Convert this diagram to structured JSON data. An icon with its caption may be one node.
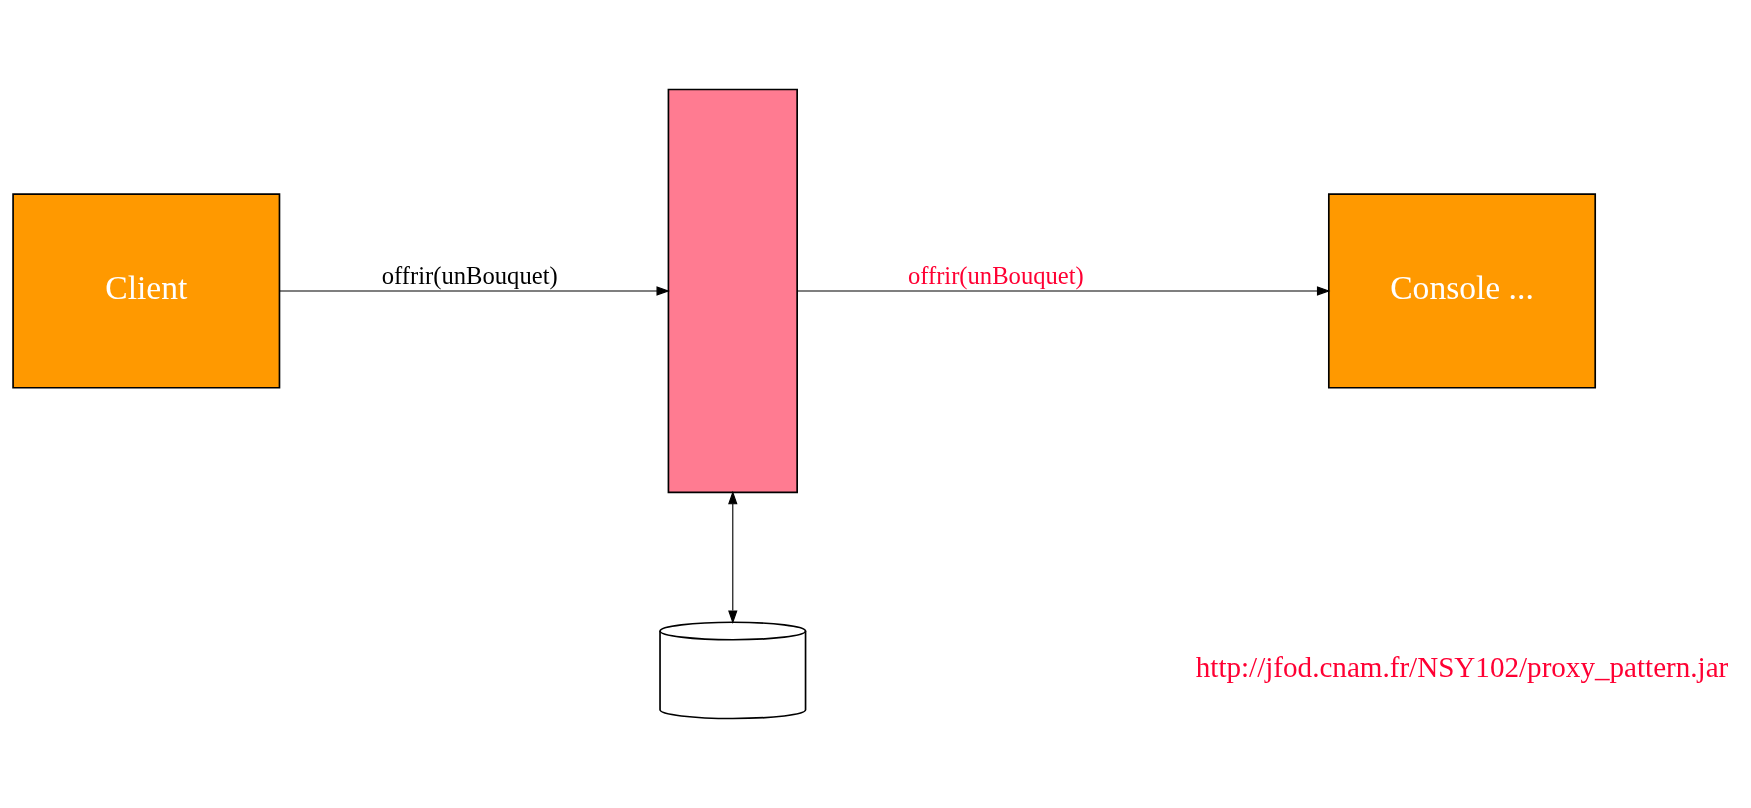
{
  "diagram": {
    "nodes": [
      {
        "text": [
          "Client"
        ]
      },
      {
        "text": [],
        "shape": "box"
      },
      {
        "text": [
          "Console ..."
        ]
      },
      {
        "text": [],
        "shape": "cylinder"
      }
    ],
    "edges": [
      {
        "from": 0,
        "to": 1,
        "arrow": "to",
        "label": "offrir(unBouquet)"
      },
      {
        "from": 1,
        "to": 2,
        "arrow": "to",
        "label": "offrir(unBouquet)"
      },
      {
        "from": 1,
        "to": 3,
        "arrow": "both"
      }
    ],
    "labels": [
      "http://jfod.cnam.fr/NSY102/proxy_pattern.jar"
    ]
  }
}
